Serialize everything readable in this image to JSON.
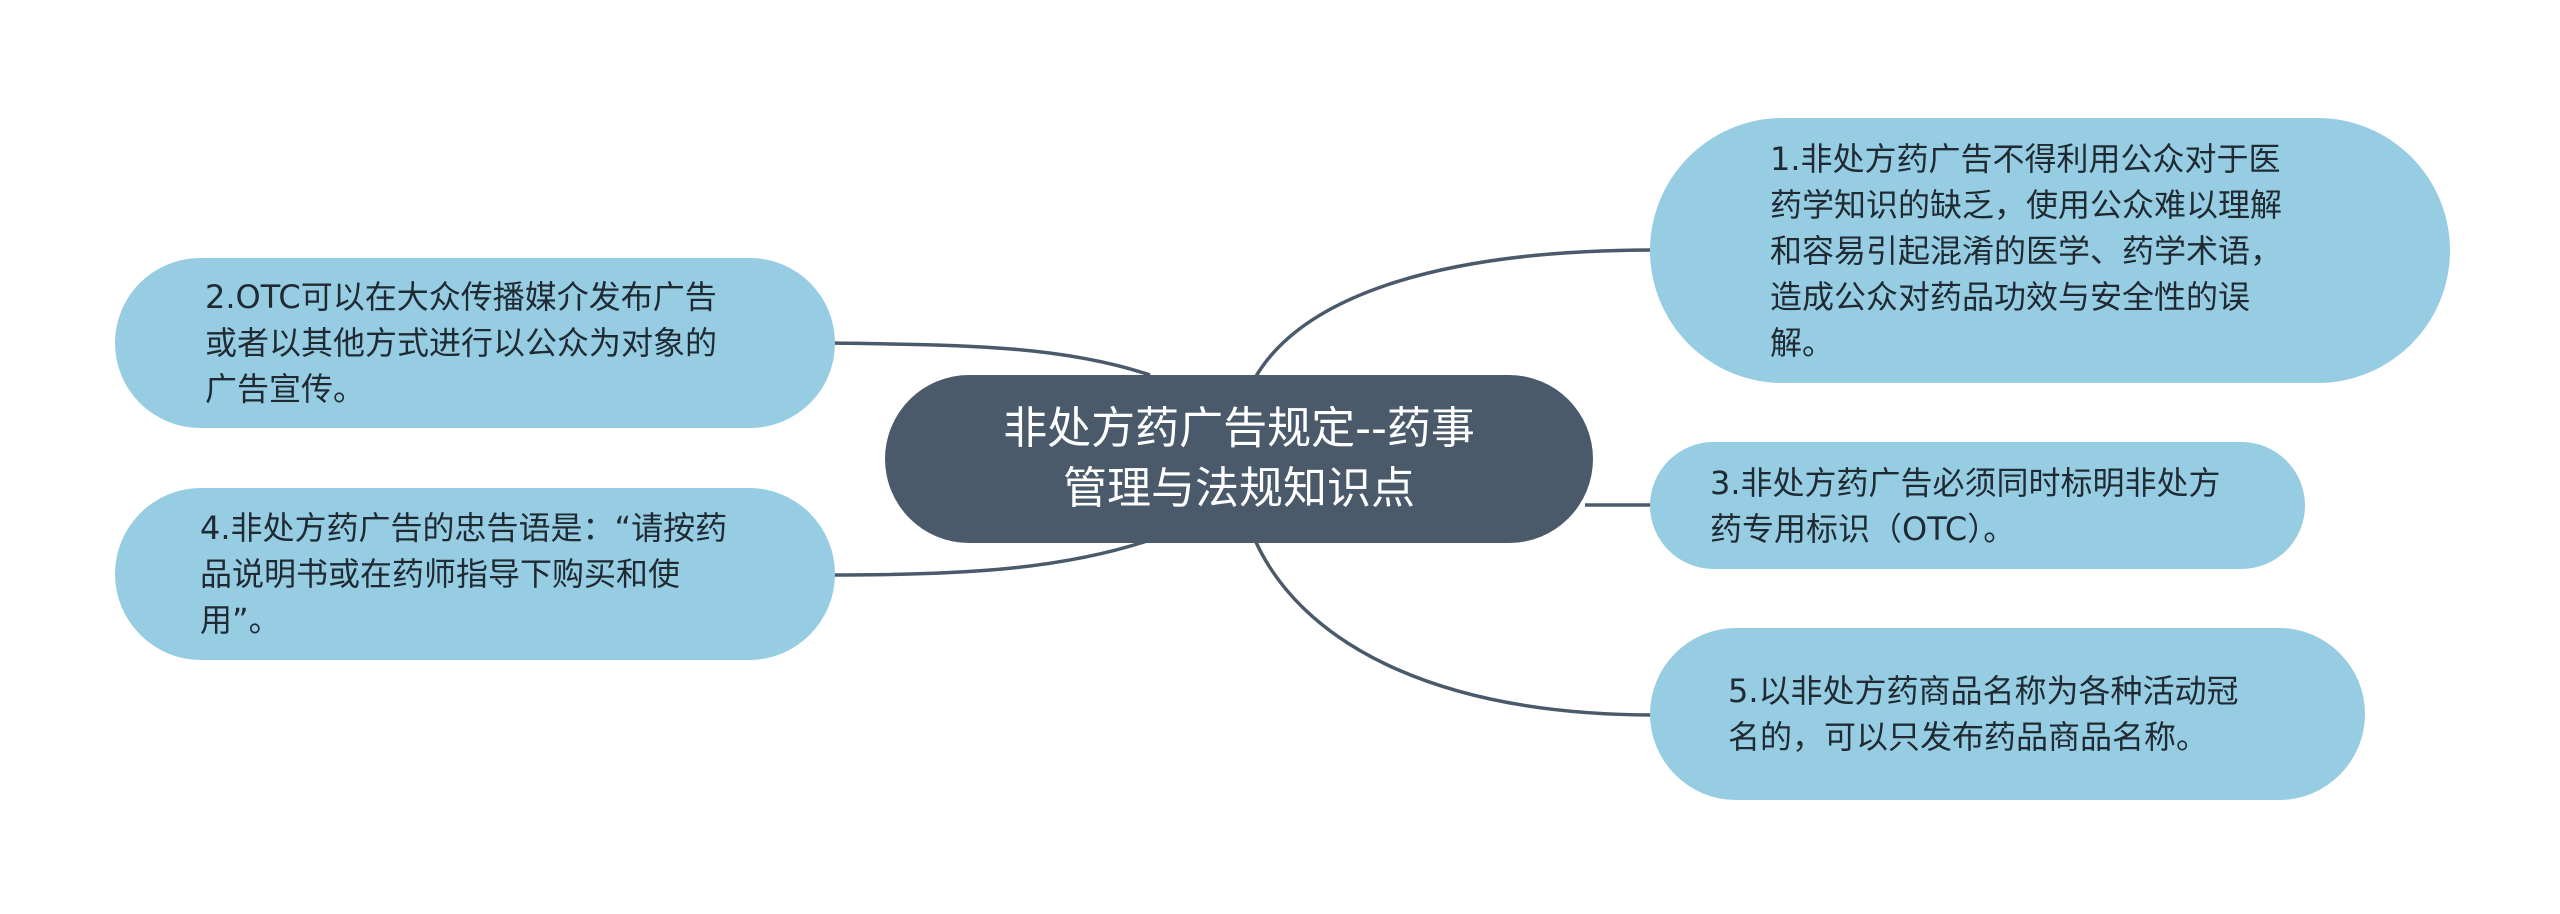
{
  "diagram": {
    "type": "mind-map",
    "colors": {
      "central_fill": "#4a5a6a",
      "central_text": "#ffffff",
      "leaf_fill": "#97cde2",
      "leaf_text": "#1f2a33",
      "connector": "#4a5a6a"
    },
    "central": {
      "line1": "非处方药广告规定--药事",
      "line2": "管理与法规知识点"
    },
    "branches": [
      {
        "id": "b1",
        "side": "right",
        "text": "1.非处方药广告不得利用公众对于医药学知识的缺乏，使用公众难以理解和容易引起混淆的医学、药学术语，造成公众对药品功效与安全性的误解。"
      },
      {
        "id": "b2",
        "side": "left",
        "text": "2.OTC可以在大众传播媒介发布广告或者以其他方式进行以公众为对象的广告宣传。"
      },
      {
        "id": "b3",
        "side": "right",
        "text": "3.非处方药广告必须同时标明非处方药专用标识（OTC）。"
      },
      {
        "id": "b4",
        "side": "left",
        "text": "4.非处方药广告的忠告语是：“请按药品说明书或在药师指导下购买和使用”。"
      },
      {
        "id": "b5",
        "side": "right",
        "text": "5.以非处方药商品名称为各种活动冠名的，可以只发布药品商品名称。"
      }
    ]
  }
}
